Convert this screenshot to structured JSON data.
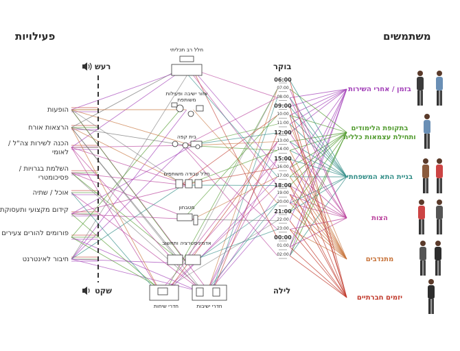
{
  "headers": {
    "activities": "פעילויות",
    "users": "משתמשים"
  },
  "scale": {
    "loud": "רעש",
    "quiet": "שקט",
    "morning": "בוקר",
    "night": "לילה"
  },
  "activities": [
    "הופעות",
    "הרצאות אורח",
    "הכנה לשירות צה\"ל / לאומי",
    "השלמת בגרויות / פסיכומטרי",
    "אוכל / שתיה",
    "קידום מקצועי ותעסוקתי",
    "פורומים להורים צעירים",
    "חיבור לאינטרנט"
  ],
  "zones": [
    "חלל רב תכליתי",
    "אזור ישיבה ופעילות משותפת",
    "בית קפה",
    "חלל עבודה משותפים",
    "מטבחון",
    "אדמיניסטרציה ותחשוב",
    "חדרי שיחות",
    "חדרי ישיבות"
  ],
  "times": [
    "06:00",
    "07:00",
    "08:00",
    "09:00",
    "10:00",
    "11:00",
    "12:00",
    "13:00",
    "14:00",
    "15:00",
    "16:00",
    "17:00",
    "18:00",
    "19:00",
    "20:00",
    "21:00",
    "22:00",
    "23:00",
    "00:00",
    "01:00",
    "02:00"
  ],
  "users": [
    {
      "label": "בזמן / אחרי השירות",
      "color": "#a23fb8"
    },
    {
      "label": "בתקופת הלימודים ותחילת עצמאות כללית",
      "color": "#4f9a2c"
    },
    {
      "label": "בניית התא המשפחתי",
      "color": "#2f8c86"
    },
    {
      "label": "הצות",
      "color": "#b83d9a"
    },
    {
      "label": "מתנדבים",
      "color": "#c7733a"
    },
    {
      "label": "יזמים חברתיים",
      "color": "#c0392b"
    }
  ],
  "icons": {
    "loud": "speaker-loud-icon",
    "quiet": "speaker-quiet-icon"
  }
}
